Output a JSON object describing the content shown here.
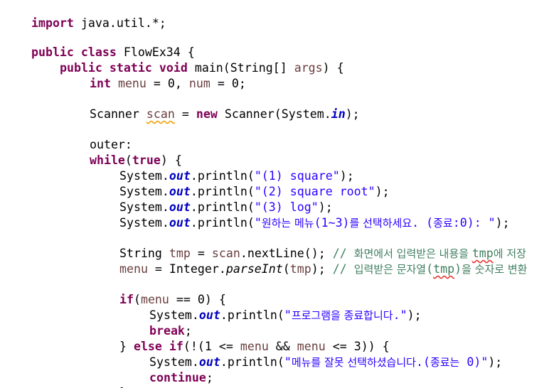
{
  "code": {
    "import_kw": "import",
    "import_rest": " java.util.*;",
    "class_public": "public",
    "class_kw": "class",
    "class_name": " FlowEx34 {",
    "main_public": "public",
    "main_static": "static",
    "main_void": "void",
    "main_sig_a": " main(String[] ",
    "main_args": "args",
    "main_sig_b": ") {",
    "int_kw": "int",
    "var_menu": "menu",
    "decl_mid": " = 0, ",
    "var_num": "num",
    "decl_end": " = 0;",
    "scanner_type": "Scanner ",
    "var_scan": "scan",
    "scanner_eq": " = ",
    "new_kw": "new",
    "scanner_ctor": " Scanner(System.",
    "field_in": "in",
    "scanner_end": ");",
    "label_outer": "outer:",
    "while_kw": "while",
    "paren_open": "(",
    "true_kw": "true",
    "while_end": ") {",
    "sys": "System.",
    "field_out": "out",
    "println_open": ".println(",
    "println_close": ");",
    "str_1": "\"(1) square\"",
    "str_2": "\"(2) square root\"",
    "str_3": "\"(3) log\"",
    "str_4_a": "\"",
    "str_4_ko_a": "원하는 메뉴",
    "str_4_b": "(1~3)",
    "str_4_ko_b": "를 선택하세요",
    "str_4_c": ". (",
    "str_4_ko_c": "종료",
    "str_4_d": ":0): \"",
    "string_type": "String ",
    "var_tmp": "tmp",
    "tmp_eq": " = ",
    "tmp_call": ".nextLine(); ",
    "cmt_1_a": "// ",
    "cmt_1_ko_a": "화면에서 입력받은 내용을 ",
    "cmt_1_tmp": "tmp",
    "cmt_1_ko_b": "에 저장",
    "menu_assign": " = Integer.",
    "parse_int": "parseInt",
    "menu_paren_open": "(",
    "menu_paren_close": "); ",
    "cmt_2_a": "// ",
    "cmt_2_ko_a": "입력받은 문자열",
    "cmt_2_b": "(",
    "cmt_2_tmp": "tmp",
    "cmt_2_c": ")",
    "cmt_2_ko_b": "을 숫자로 변환",
    "if_kw": "if",
    "if_cond_a": "(",
    "if_cond_b": " == 0) {",
    "str_5_a": "\"",
    "str_5_ko": "프로그램을 종료합니다",
    "str_5_b": ".\"",
    "break_kw": "break",
    "semi": ";",
    "close_brace_else": "} ",
    "else_kw": "else",
    "space": " ",
    "elseif_cond_a": "(!(1 <= ",
    "elseif_and": " && ",
    "elseif_cond_b": " <= 3)) {",
    "str_6_a": "\"",
    "str_6_ko_a": "메뉴를 잘못 선택하셨습니다",
    "str_6_b": ".(",
    "str_6_ko_b": "종료는",
    "str_6_c": " 0)\"",
    "continue_kw": "continue",
    "close_brace": "}"
  },
  "colors": {
    "keyword": "#7f0055",
    "string": "#2a00ff",
    "field": "#0000c0",
    "comment": "#3f7f5f",
    "local_var": "#6a3e3e",
    "warning_underline": "#f2a20c",
    "spelling_underline": "#e53935"
  }
}
